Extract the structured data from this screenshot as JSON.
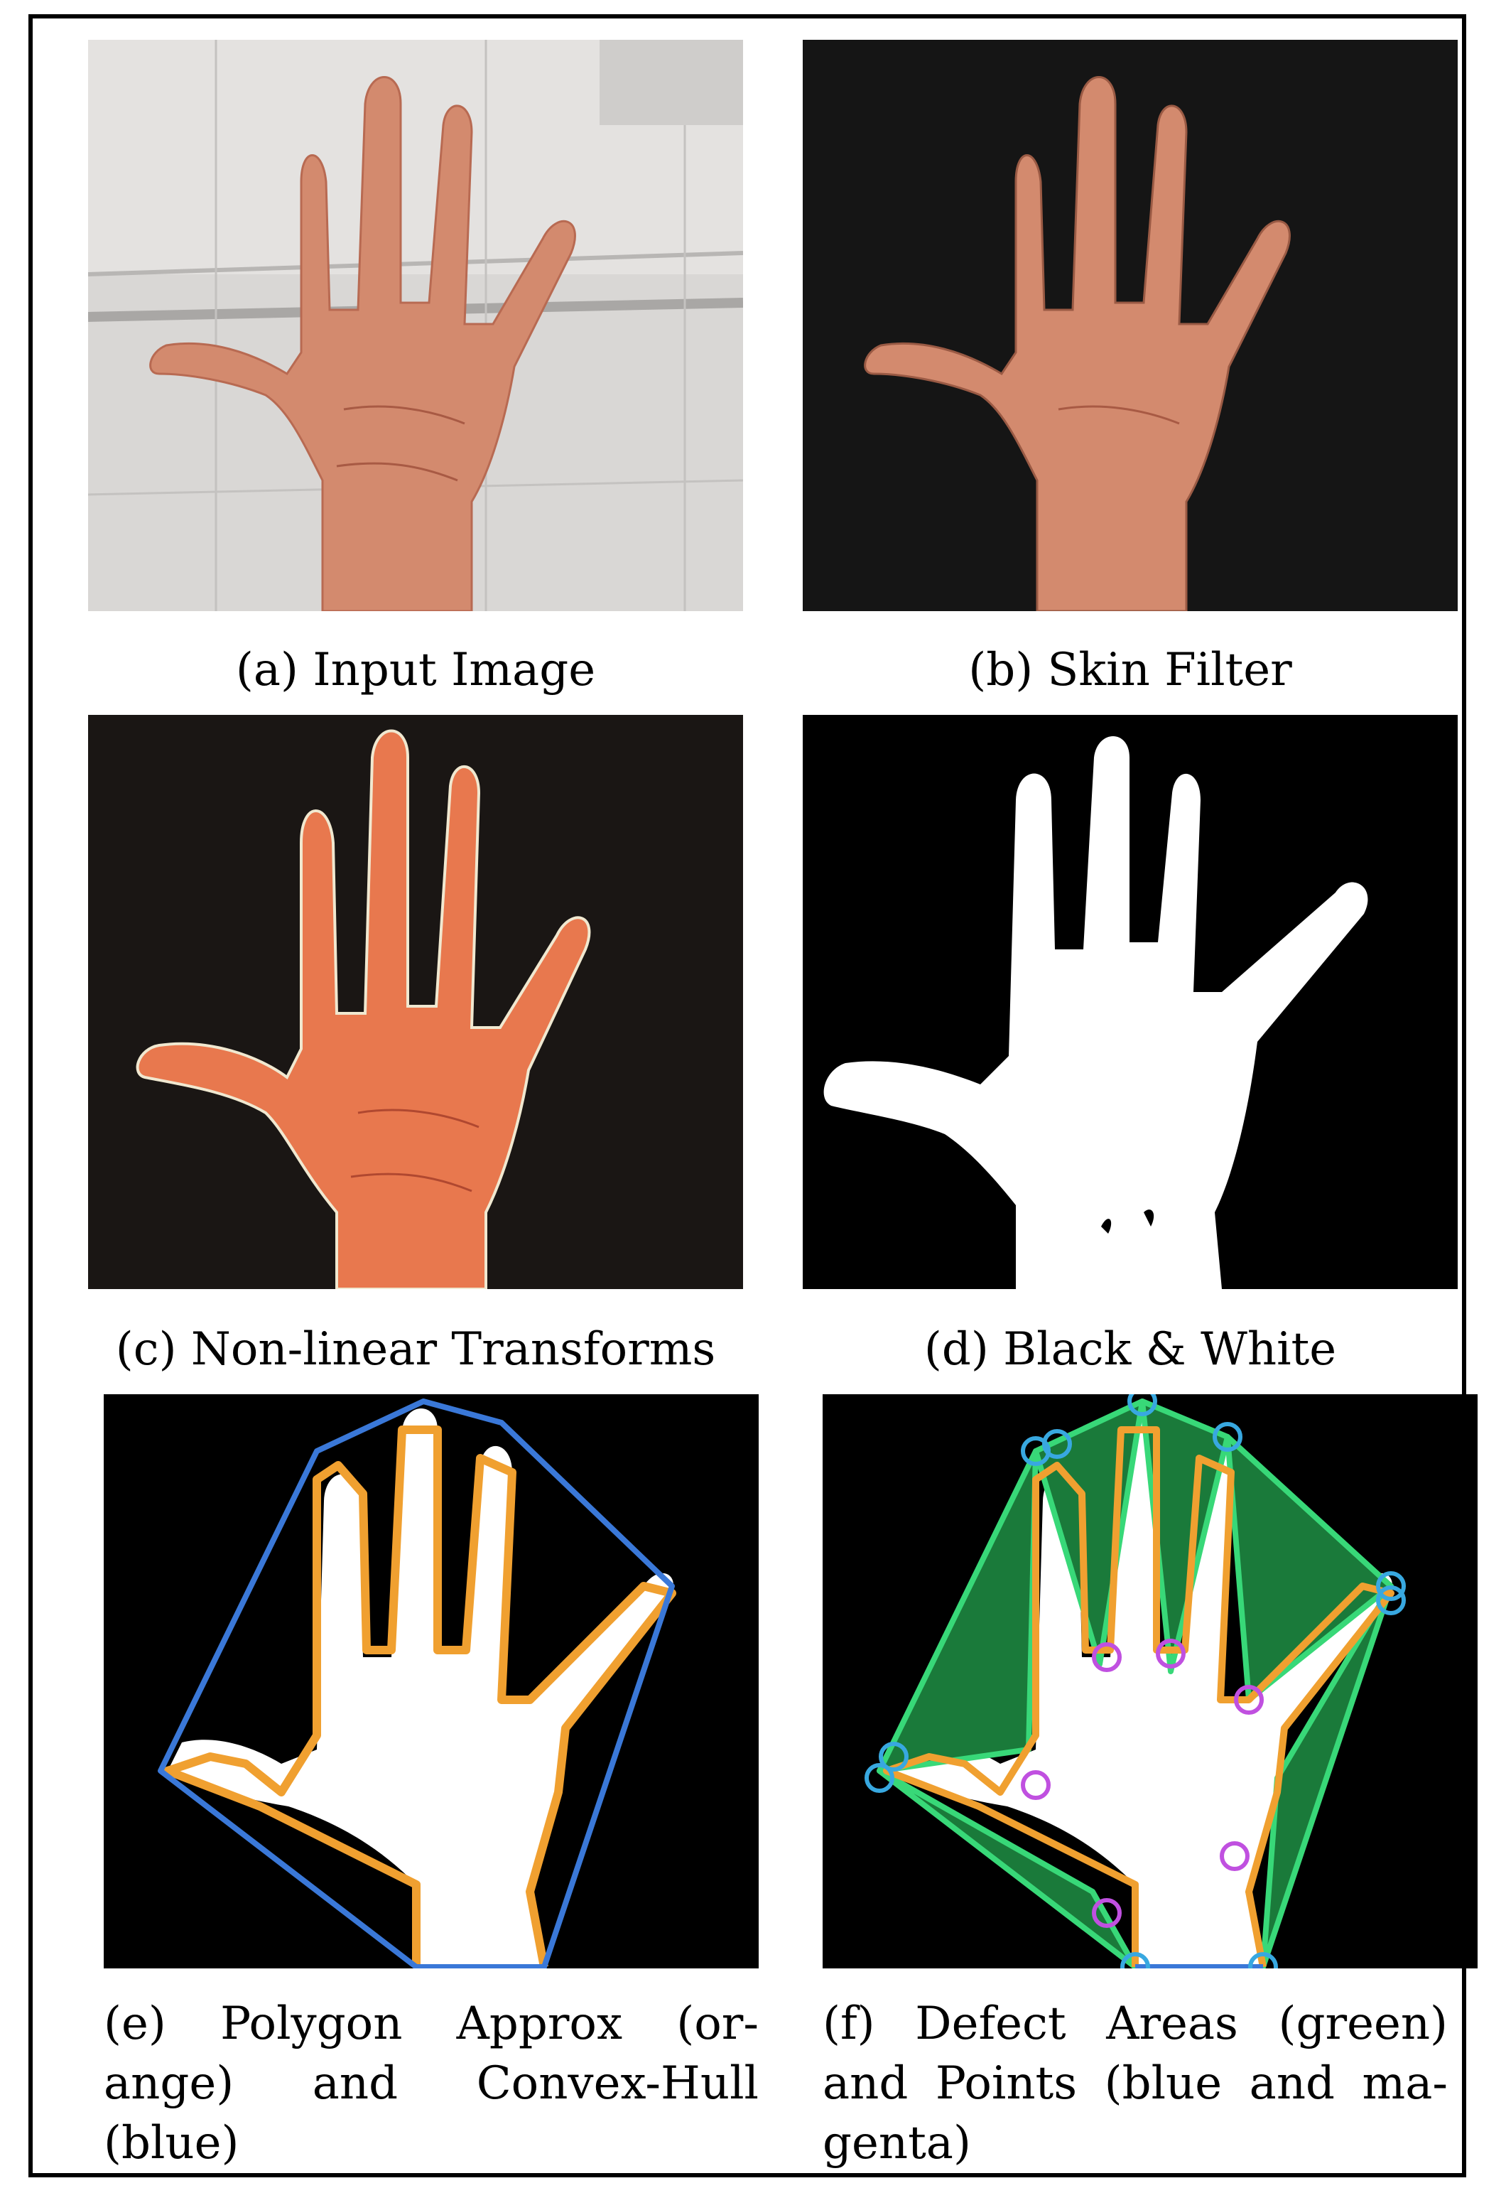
{
  "figure": {
    "panels": [
      {
        "id": "a",
        "caption": "(a) Input Image"
      },
      {
        "id": "b",
        "caption": "(b) Skin Filter"
      },
      {
        "id": "c",
        "caption": "(c) Non-linear Transforms"
      },
      {
        "id": "d",
        "caption": "(d) Black & White"
      },
      {
        "id": "e",
        "caption_lines": [
          "(e) Polygon Approx (or-",
          "ange) and Convex-Hull",
          "(blue)"
        ]
      },
      {
        "id": "f",
        "caption_lines": [
          "(f) Defect Areas (green)",
          "and Points (blue and ma-",
          "genta)"
        ]
      }
    ],
    "colors": {
      "polygon": "#f0a030",
      "hull": "#3a78d8",
      "defect_area": "#1a7a3a",
      "defect_line": "#38d878",
      "defect_point_start": "#38a8e0",
      "defect_point_far": "#c050e0",
      "skin": "#e8957a",
      "background_dark": "#111111",
      "wall": "#d8d6d4"
    }
  }
}
